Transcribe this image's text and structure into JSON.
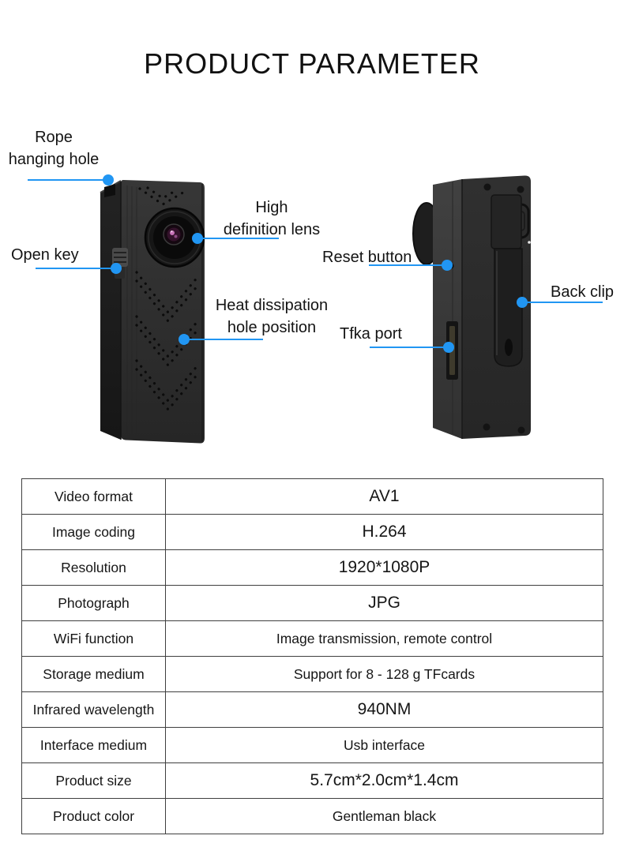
{
  "title": "PRODUCT PARAMETER",
  "colors": {
    "callout_blue": "#2196f3"
  },
  "callouts": {
    "rope_hanging_hole": {
      "line1": "Rope",
      "line2": "hanging hole"
    },
    "open_key": {
      "label": "Open key"
    },
    "high_definition_lens": {
      "line1": "High",
      "line2": "definition lens"
    },
    "heat_dissipation": {
      "line1": "Heat dissipation",
      "line2": "hole position"
    },
    "reset_button": {
      "label": "Reset button"
    },
    "tfka_port": {
      "label": "Tfka port"
    },
    "back_clip": {
      "label": "Back clip"
    }
  },
  "spec_table": {
    "rows": [
      {
        "label": "Video format",
        "value": "AV1"
      },
      {
        "label": "Image coding",
        "value": "H.264"
      },
      {
        "label": "Resolution",
        "value": "1920*1080P"
      },
      {
        "label": "Photograph",
        "value": "JPG"
      },
      {
        "label": "WiFi function",
        "value": "Image transmission, remote control"
      },
      {
        "label": "Storage medium",
        "value": "Support for 8 - 128 g TFcards"
      },
      {
        "label": "Infrared wavelength",
        "value": "940NM"
      },
      {
        "label": "Interface medium",
        "value": "Usb interface"
      },
      {
        "label": "Product size",
        "value": "5.7cm*2.0cm*1.4cm"
      },
      {
        "label": "Product color",
        "value": "Gentleman black"
      }
    ]
  }
}
